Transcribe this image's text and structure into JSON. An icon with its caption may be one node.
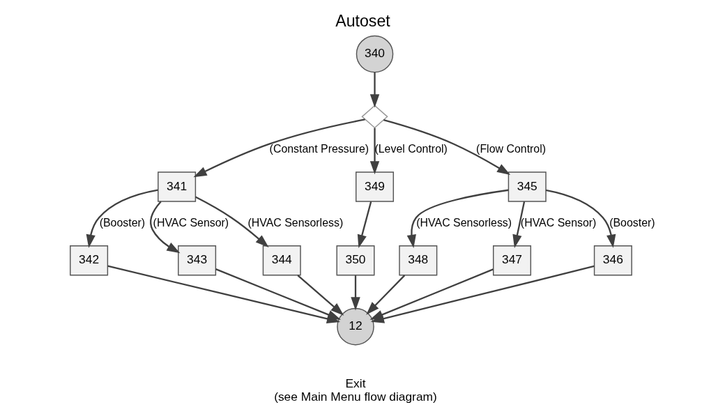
{
  "diagram": {
    "title": "Autoset",
    "nodes": [
      {
        "text": [
          "340"
        ]
      },
      {
        "text": [],
        "shape": "diamond"
      },
      {
        "text": [
          "341"
        ]
      },
      {
        "text": [
          "342"
        ]
      },
      {
        "text": [
          "343"
        ]
      },
      {
        "text": [
          "344"
        ]
      },
      {
        "text": [
          "349"
        ]
      },
      {
        "text": [
          "350"
        ]
      },
      {
        "text": [
          "345"
        ]
      },
      {
        "text": [
          "348"
        ]
      },
      {
        "text": [
          "347"
        ]
      },
      {
        "text": [
          "346"
        ]
      },
      {
        "text": [
          "12"
        ],
        "beside": [
          "Exit",
          "(see Main Menu flow diagram)"
        ]
      }
    ],
    "edges": [
      {
        "from": 0,
        "to": 1,
        "arrow": "to"
      },
      {
        "from": 1,
        "to": 2,
        "arrow": "to",
        "label": "(Constant Pressure)"
      },
      {
        "from": 1,
        "to": 6,
        "arrow": "to",
        "label": "(Level Control)"
      },
      {
        "from": 1,
        "to": 8,
        "arrow": "to",
        "label": "(Flow Control)"
      },
      {
        "from": 2,
        "to": 3,
        "arrow": "to",
        "label": "(Booster)"
      },
      {
        "from": 2,
        "to": 4,
        "arrow": "to",
        "label": "(HVAC Sensor)"
      },
      {
        "from": 2,
        "to": 5,
        "arrow": "to",
        "label": "(HVAC Sensorless)"
      },
      {
        "from": 6,
        "to": 7,
        "arrow": "to"
      },
      {
        "from": 8,
        "to": 9,
        "arrow": "to",
        "label": "(HVAC Sensorless)"
      },
      {
        "from": 8,
        "to": 10,
        "arrow": "to",
        "label": "(HVAC Sensor)"
      },
      {
        "from": 8,
        "to": 11,
        "arrow": "to",
        "label": "(Booster)"
      },
      {
        "from": 3,
        "to": 12,
        "arrow": "to"
      },
      {
        "from": 4,
        "to": 12,
        "arrow": "to"
      },
      {
        "from": 5,
        "to": 12,
        "arrow": "to"
      },
      {
        "from": 7,
        "to": 12,
        "arrow": "to"
      },
      {
        "from": 9,
        "to": 12,
        "arrow": "to"
      },
      {
        "from": 10,
        "to": 12,
        "arrow": "to"
      },
      {
        "from": 11,
        "to": 12,
        "arrow": "to"
      }
    ]
  }
}
